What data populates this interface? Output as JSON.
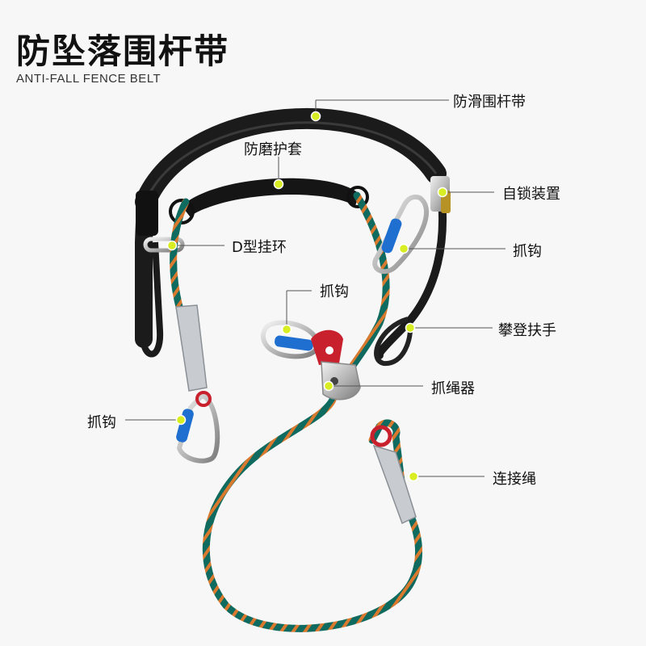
{
  "title": "防坠落围杆带",
  "subtitle": "ANTI-FALL FENCE BELT",
  "labels": {
    "anti_slip_belt": "防滑围杆带",
    "wear_sleeve": "防磨护套",
    "self_lock": "自锁装置",
    "d_ring": "D型挂环",
    "hook_right": "抓钩",
    "hook_center": "抓钩",
    "climb_handle": "攀登扶手",
    "rope_grab": "抓绳器",
    "hook_left": "抓钩",
    "connect_rope": "连接绳"
  },
  "colors": {
    "marker": "#d8ee22",
    "strap": "#1b1b1b",
    "rope_green": "#0f6a5f",
    "rope_orange": "#d9792e",
    "carabiner_blue": "#1f6fd1",
    "grab_red": "#c9202e"
  }
}
